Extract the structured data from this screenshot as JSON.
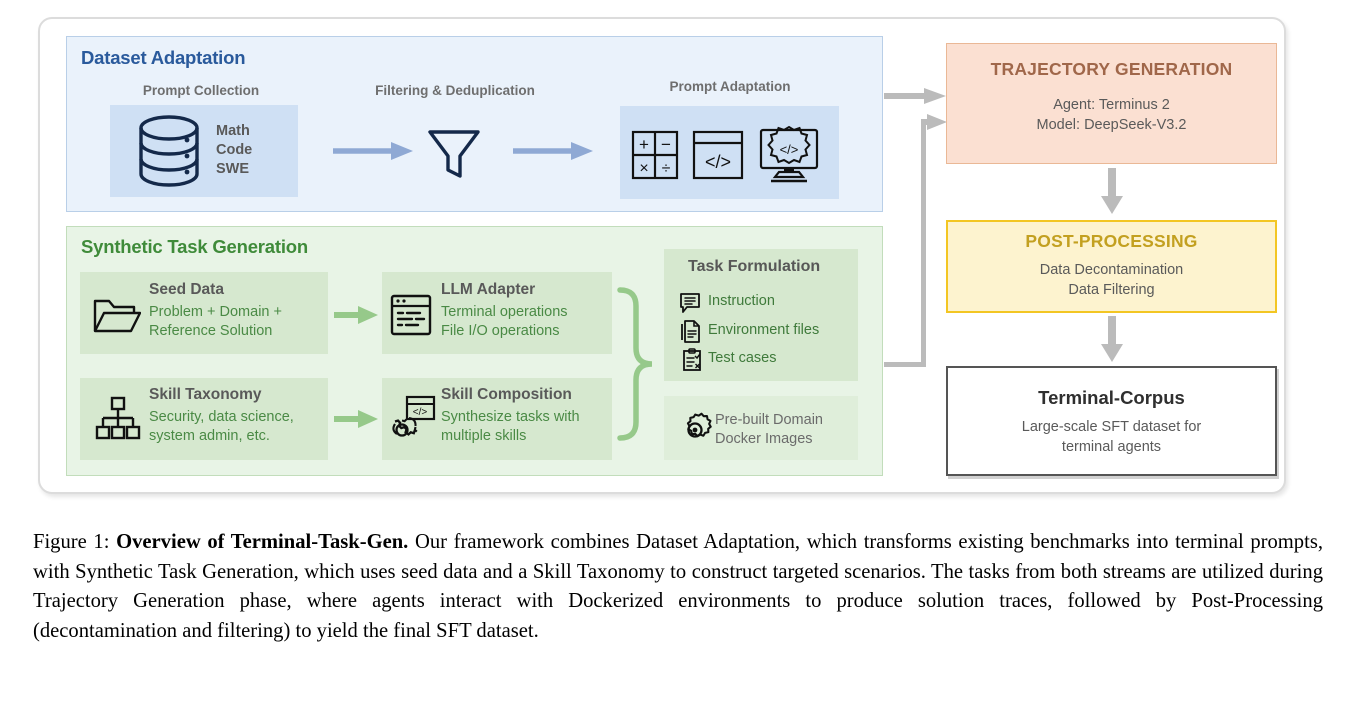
{
  "figure": {
    "caption_prefix": "Figure 1:",
    "caption_bold": "Overview of Terminal-Task-Gen.",
    "caption_body": "Our framework combines Dataset Adaptation, which transforms existing benchmarks into terminal prompts, with Synthetic Task Generation, which uses seed data and a Skill Taxonomy to construct targeted scenarios. The tasks from both streams are utilized during Trajectory Generation phase, where agents interact with Dockerized environments to produce solution traces, followed by Post-Processing (decontamination and filtering) to yield the final SFT dataset."
  },
  "dataset_adaptation": {
    "title": "Dataset Adaptation",
    "steps": {
      "prompt_collection_label": "Prompt Collection",
      "filtering_label": "Filtering & Deduplication",
      "prompt_adaptation_label": "Prompt Adaptation"
    },
    "sources": [
      "Math",
      "Code",
      "SWE"
    ]
  },
  "synthetic_task_generation": {
    "title": "Synthetic Task Generation",
    "cards": [
      {
        "title": "Seed Data",
        "lines": [
          "Problem + Domain +",
          "Reference Solution"
        ],
        "icon": "folder-icon"
      },
      {
        "title": "LLM Adapter",
        "lines": [
          "Terminal operations",
          "File I/O operations"
        ],
        "icon": "terminal-window-icon"
      },
      {
        "title": "Skill Taxonomy",
        "lines": [
          "Security, data science,",
          "system admin, etc."
        ],
        "icon": "hierarchy-icon"
      },
      {
        "title": "Skill Composition",
        "lines": [
          "Synthesize tasks with",
          "multiple skills"
        ],
        "icon": "gear-code-icon"
      }
    ],
    "task_formulation": {
      "title": "Task Formulation",
      "items": [
        {
          "label": "Instruction",
          "icon": "speech-bubble-icon"
        },
        {
          "label": "Environment files",
          "icon": "documents-icon"
        },
        {
          "label": "Test cases",
          "icon": "clipboard-check-icon"
        }
      ]
    },
    "docker": {
      "lines": [
        "Pre-built Domain",
        "Docker Images"
      ],
      "icon": "gear-icon"
    }
  },
  "pipeline": {
    "trajectory_generation": {
      "title": "TRAJECTORY GENERATION",
      "lines": [
        "Agent: Terminus 2",
        "Model: DeepSeek-V3.2"
      ],
      "title_color": "#a0674a",
      "bg_color": "#fbe0d2"
    },
    "post_processing": {
      "title": "POST-PROCESSING",
      "lines": [
        "Data Decontamination",
        "Data Filtering"
      ],
      "title_color": "#c3a020",
      "bg_color": "#fdf3cf"
    },
    "terminal_corpus": {
      "title": "Terminal-Corpus",
      "lines": [
        "Large-scale SFT dataset for",
        "terminal agents"
      ],
      "title_color": "#333333",
      "bg_color": "#ffffff"
    }
  },
  "colors": {
    "dataset_panel": "#eaf2fb",
    "dataset_title": "#2a5a9c",
    "synth_panel": "#e8f4e6",
    "synth_title": "#3f8b3a",
    "arrow_blue": "#8fa9d4",
    "arrow_green": "#96c98a",
    "connector_gray": "#bbbbbb"
  }
}
